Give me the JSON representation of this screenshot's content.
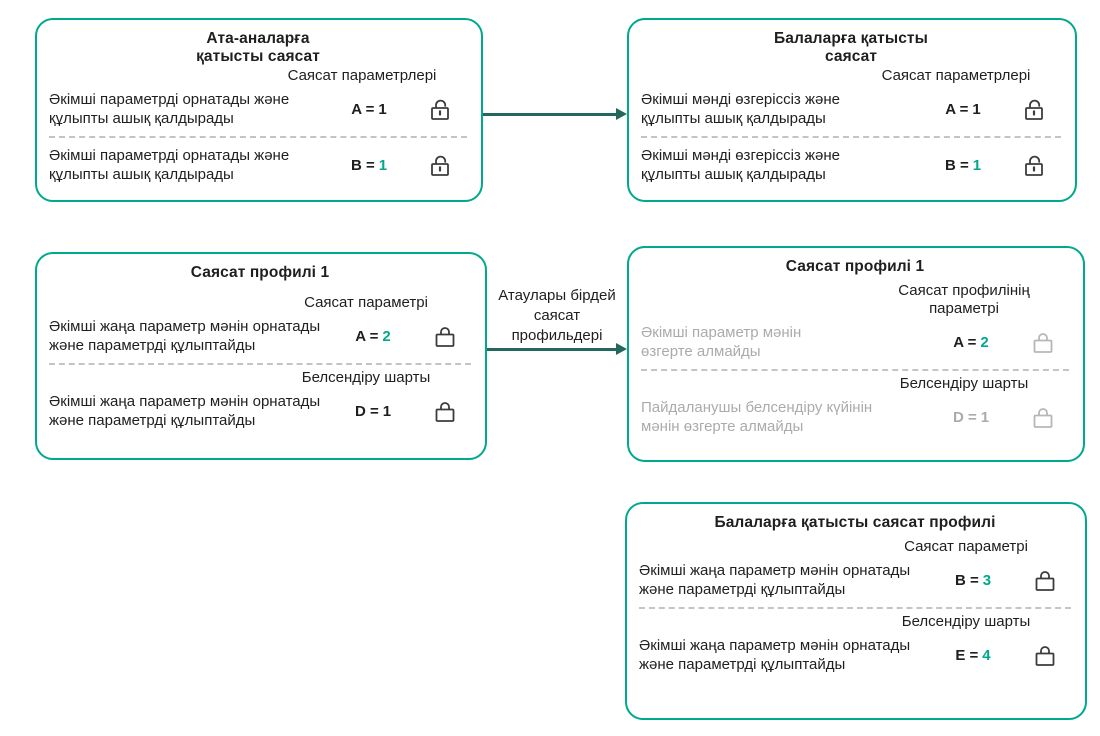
{
  "colors": {
    "accent": "#00A88E",
    "box_border": "#00A88E",
    "arrow": "#23685C",
    "text": "#1F1F1F",
    "muted": "#ABABAB",
    "lock_dark": "#3C3C3C",
    "lock_light": "#B7B7B7",
    "divider": "#C4C4C4"
  },
  "arrow_label": "Атаулары бірдей\nсаясат\nпрофильдері",
  "boxes": [
    {
      "title": "Ата-аналарға\nқатысты саясат",
      "sections": [
        {
          "label": "Саясат параметрлері",
          "rows": [
            {
              "desc": "Әкімші параметрді орнатады және\nқұлыпты ашық қалдырады",
              "eq": "A =",
              "num": "1",
              "lock": "open-unlocked"
            },
            {
              "desc": "Әкімші параметрді орнатады және\nқұлыпты ашық қалдырады",
              "eq": "B =",
              "num": "1",
              "lock": "open-unlocked"
            }
          ]
        }
      ]
    },
    {
      "title": "Балаларға қатысты\nсаясат",
      "sections": [
        {
          "label": "Саясат параметрлері",
          "rows": [
            {
              "desc": "Әкімші мәнді өзгеріссіз және\nқұлыпты ашық қалдырады",
              "eq": "A =",
              "num": "1",
              "lock": "open-unlocked"
            },
            {
              "desc": "Әкімші мәнді өзгеріссіз және\nқұлыпты ашық қалдырады",
              "eq": "B =",
              "num": "1",
              "lock": "open-unlocked"
            }
          ]
        }
      ]
    },
    {
      "title": "Саясат профилі 1",
      "sections": [
        {
          "label": "Саясат параметрі",
          "rows": [
            {
              "desc": "Әкімші жаңа параметр мәнін орнатады\nжәне параметрді құлыптайды",
              "eq": "A =",
              "num": "2",
              "lock": "closed-locked"
            }
          ]
        },
        {
          "label": "Белсендіру шарты",
          "rows": [
            {
              "desc": "Әкімші жаңа параметр мәнін орнатады\nжәне параметрді құлыптайды",
              "eq": "D =",
              "num": "1",
              "lock": "closed-locked"
            }
          ]
        }
      ]
    },
    {
      "title": "Саясат профилі 1",
      "sections": [
        {
          "label": "Саясат профилінің\nпараметрі",
          "rows": [
            {
              "desc": "Әкімші параметр мәнін\nөзгерте алмайды",
              "eq": "A =",
              "num": "2",
              "lock": "closed-locked"
            }
          ]
        },
        {
          "label": "Белсендіру шарты",
          "rows": [
            {
              "desc": "Пайдаланушы белсендіру күйінін\nмәнін өзгерте алмайды",
              "eq": "D =",
              "num": "1",
              "lock": "closed-locked"
            }
          ]
        }
      ]
    },
    {
      "title": "Балаларға қатысты саясат профилі",
      "sections": [
        {
          "label": "Саясат параметрі",
          "rows": [
            {
              "desc": "Әкімші жаңа параметр мәнін орнатады\nжәне параметрді құлыптайды",
              "eq": "B =",
              "num": "3",
              "lock": "closed-locked"
            }
          ]
        },
        {
          "label": "Белсендіру шарты",
          "rows": [
            {
              "desc": "Әкімші жаңа параметр мәнін орнатады\nжәне параметрді құлыптайды",
              "eq": "E =",
              "num": "4",
              "lock": "closed-locked"
            }
          ]
        }
      ]
    }
  ]
}
